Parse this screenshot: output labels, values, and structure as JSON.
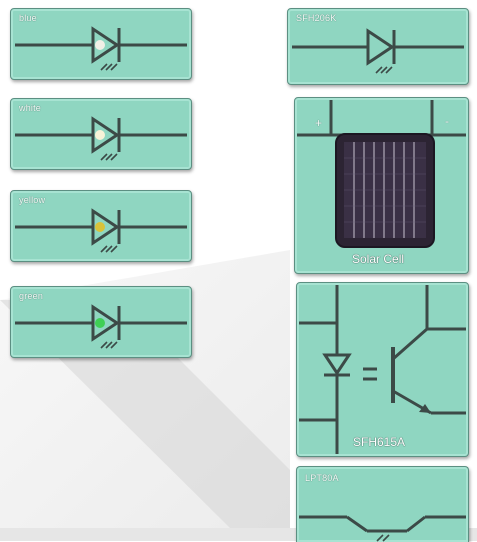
{
  "tiles": {
    "led_blue": {
      "label": "blue",
      "led_color": "#f1efe6"
    },
    "led_white": {
      "label": "white",
      "led_color": "#f8f3d8"
    },
    "led_yellow": {
      "label": "yellow",
      "led_color": "#d9c23a"
    },
    "led_green": {
      "label": "green",
      "led_color": "#3fcf55"
    },
    "photodiode": {
      "label": "SFH206K"
    },
    "solar_cell": {
      "caption": "Solar Cell",
      "plus": "+",
      "minus": "-"
    },
    "optocoupler": {
      "caption": "SFH615A"
    },
    "phototransistor": {
      "label": "LPT80A"
    }
  },
  "colors": {
    "tile_fill": "#8fd6c1",
    "trace": "#3c4a47",
    "panel_dark": "#2c2433"
  }
}
